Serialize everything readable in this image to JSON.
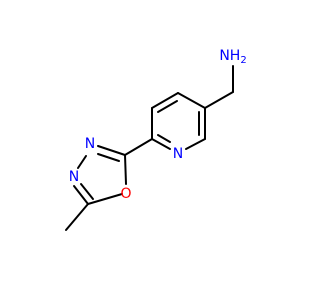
{
  "structure": {
    "atoms": {
      "nh2": {
        "element": "N",
        "label": "NH",
        "subscript": "2",
        "color": "#0000ff"
      },
      "n_pyr": {
        "element": "N",
        "label": "N",
        "color": "#0000ff"
      },
      "n3": {
        "element": "N",
        "label": "N",
        "color": "#0000ff"
      },
      "n4": {
        "element": "N",
        "label": "N",
        "color": "#0000ff"
      },
      "o1": {
        "element": "O",
        "label": "O",
        "color": "#ff0000"
      }
    },
    "bond_color": "#000000"
  }
}
